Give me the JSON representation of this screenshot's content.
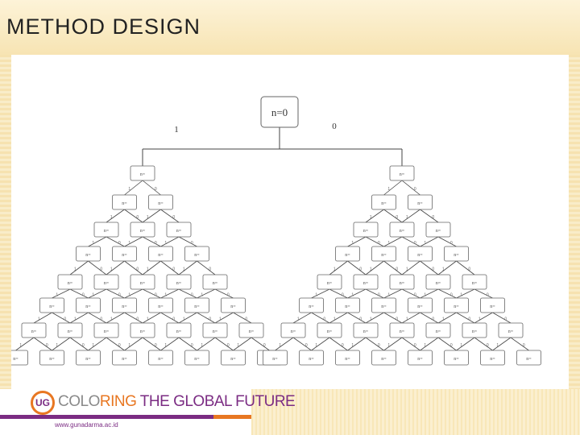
{
  "slide": {
    "title": "METHOD DESIGN"
  },
  "diagram": {
    "root_label": "n=0",
    "left_branch_label": "1",
    "right_branch_label": "0",
    "edge_label_left": "1",
    "edge_label_right": "0",
    "subtree_node_text": "n=",
    "colors": {
      "node_border": "#666666",
      "edge": "#444444",
      "node_text": "#555555"
    }
  },
  "footer": {
    "logo_text": "UG",
    "tagline_part1": "COLO",
    "tagline_part2": "RING",
    "tagline_part3": " THE GLOBAL FUTURE",
    "url": "www.gunadarma.ac.id",
    "colors": {
      "purple": "#7b2c83",
      "orange": "#e87722",
      "gray": "#8a8a8a"
    }
  }
}
